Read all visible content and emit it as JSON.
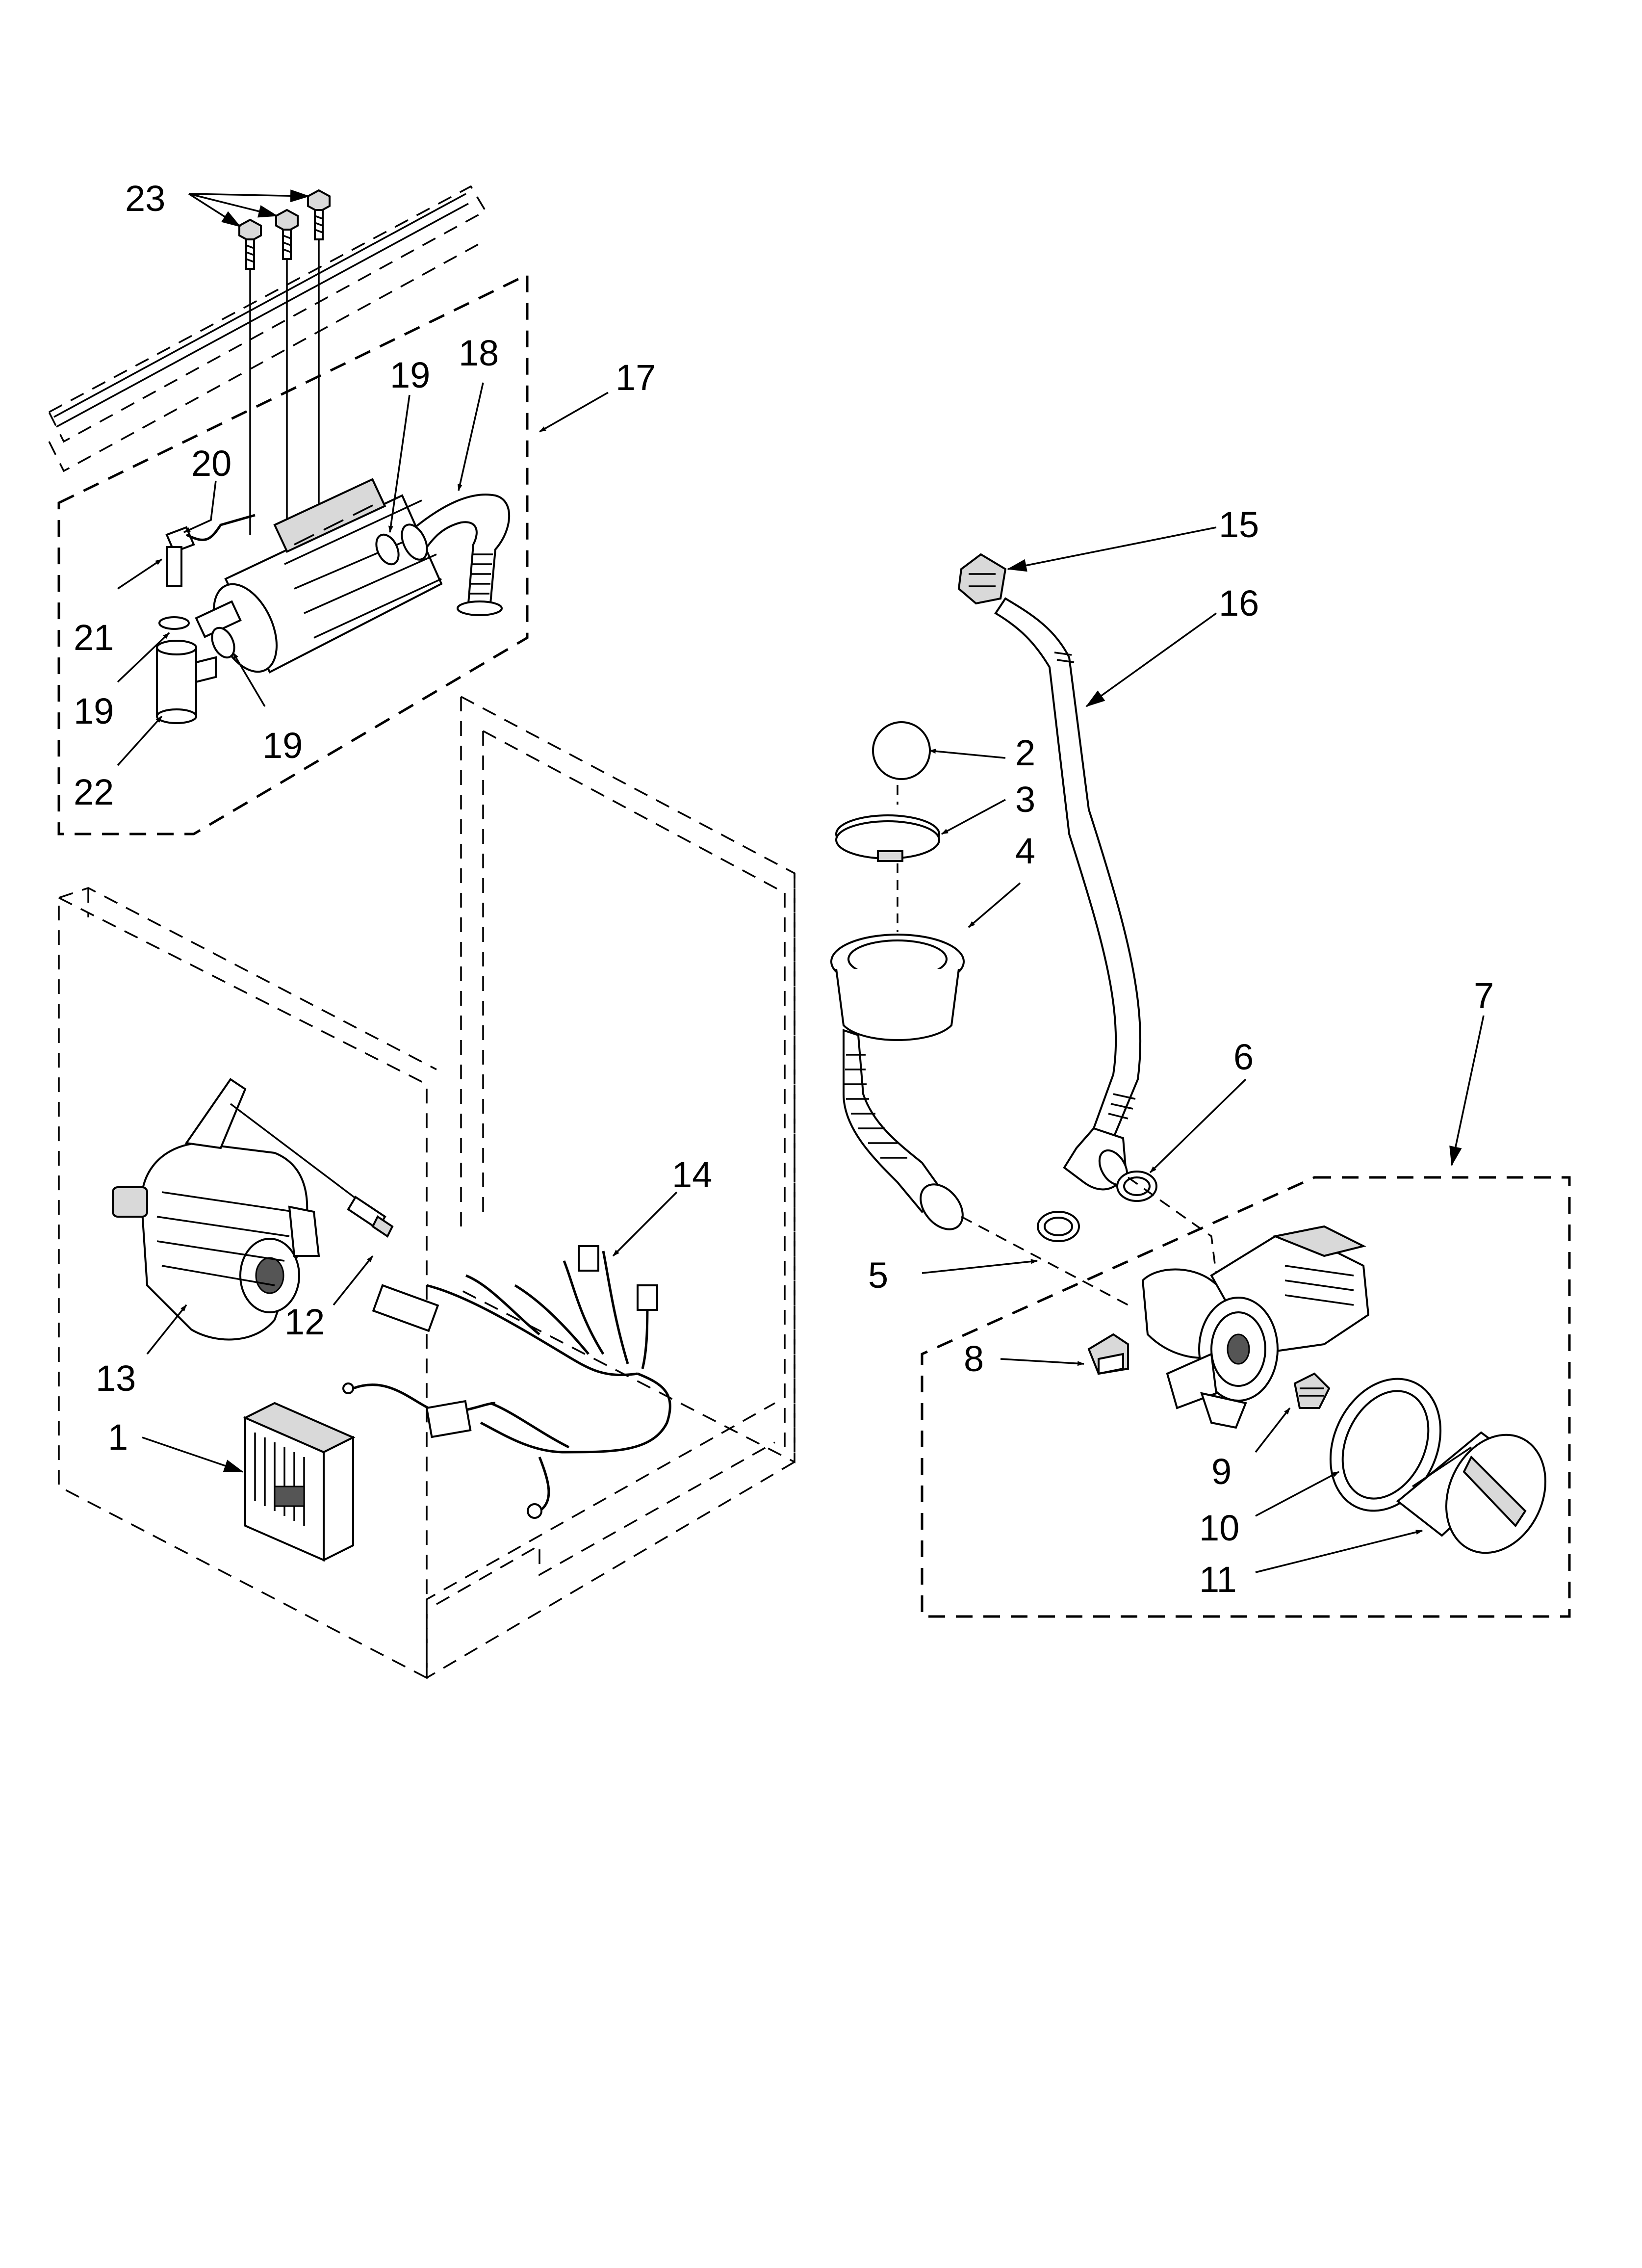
{
  "diagram": {
    "callouts": [
      {
        "id": "1",
        "text": "1"
      },
      {
        "id": "2",
        "text": "2"
      },
      {
        "id": "3",
        "text": "3"
      },
      {
        "id": "4",
        "text": "4"
      },
      {
        "id": "5",
        "text": "5"
      },
      {
        "id": "6",
        "text": "6"
      },
      {
        "id": "7",
        "text": "7"
      },
      {
        "id": "8",
        "text": "8"
      },
      {
        "id": "9",
        "text": "9"
      },
      {
        "id": "10",
        "text": "10"
      },
      {
        "id": "11",
        "text": "11"
      },
      {
        "id": "12",
        "text": "12"
      },
      {
        "id": "13",
        "text": "13"
      },
      {
        "id": "14",
        "text": "14"
      },
      {
        "id": "15",
        "text": "15"
      },
      {
        "id": "16",
        "text": "16"
      },
      {
        "id": "17",
        "text": "17"
      },
      {
        "id": "18",
        "text": "18"
      },
      {
        "id": "19a",
        "text": "19"
      },
      {
        "id": "19b",
        "text": "19"
      },
      {
        "id": "19c",
        "text": "19"
      },
      {
        "id": "20",
        "text": "20"
      },
      {
        "id": "21",
        "text": "21"
      },
      {
        "id": "22",
        "text": "22"
      },
      {
        "id": "23",
        "text": "23"
      }
    ]
  }
}
